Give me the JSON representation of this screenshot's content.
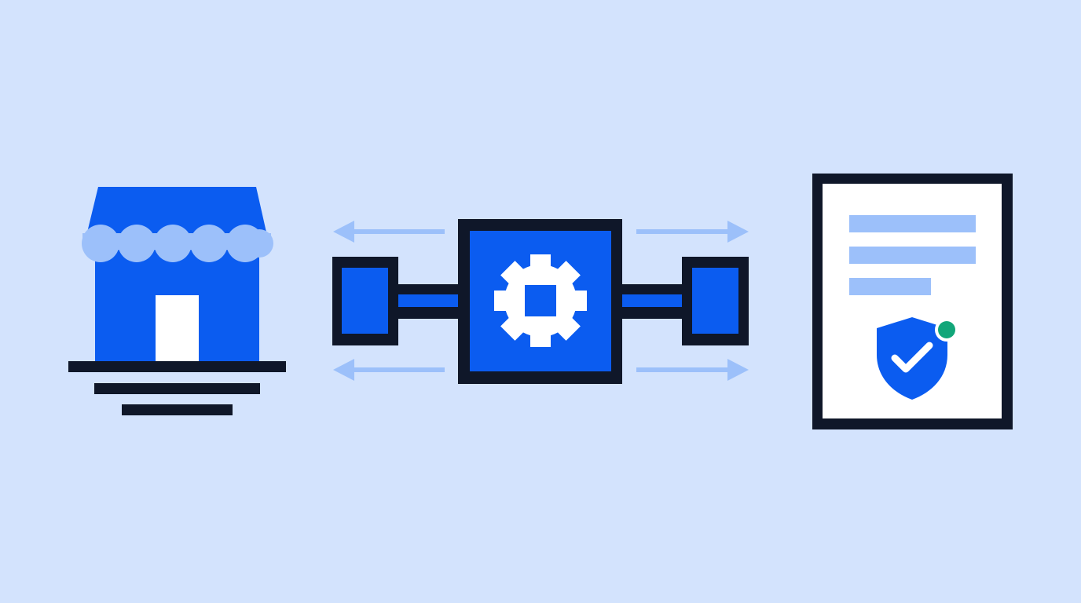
{
  "colors": {
    "background": "#d3e3fd",
    "primary_blue": "#0b5cf0",
    "light_blue": "#9cc0fa",
    "outline": "#0f1729",
    "white": "#ffffff",
    "status_green": "#12a679"
  },
  "nodes": [
    {
      "id": "storefront",
      "icon": "storefront-icon"
    },
    {
      "id": "connector",
      "icon": "gear-icon"
    },
    {
      "id": "document",
      "icon": "verified-shield-icon"
    }
  ],
  "flows": [
    {
      "from": "connector",
      "to": "storefront",
      "icon": "arrow-left-icon"
    },
    {
      "from": "connector",
      "to": "document",
      "icon": "arrow-right-icon"
    }
  ]
}
